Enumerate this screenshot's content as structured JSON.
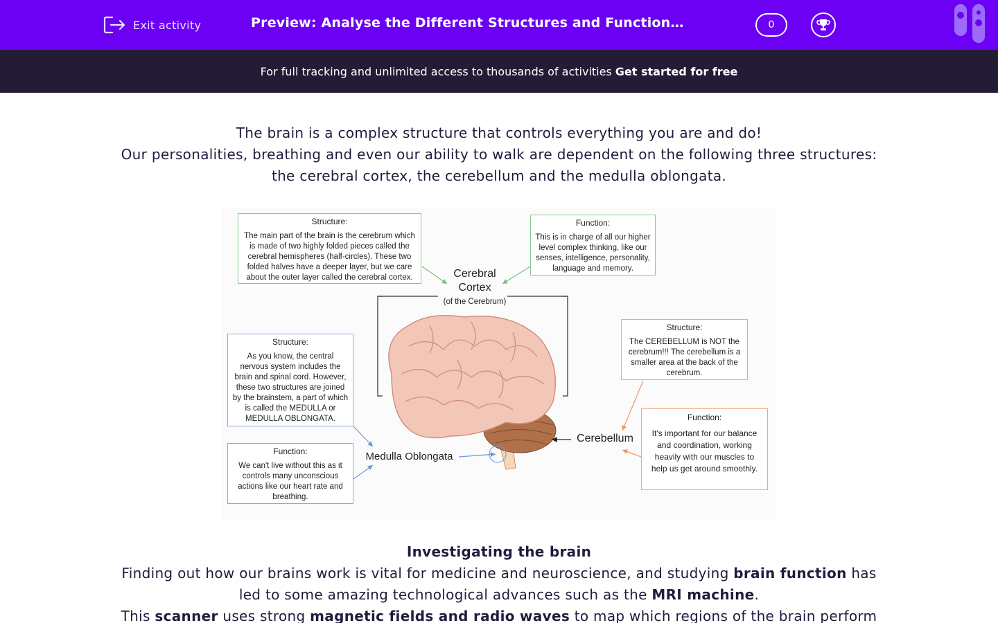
{
  "header": {
    "exit_label": "Exit activity",
    "title": "Preview: Analyse the Different Structures and Functions of…",
    "score": "0",
    "colors": {
      "topbar": "#6b00f5",
      "banner": "#241c37"
    }
  },
  "banner": {
    "text": "For full tracking and unlimited access to thousands of activities",
    "cta": "Get started for free"
  },
  "intro": {
    "line1": "The brain is a complex structure that controls everything you are and do!",
    "line2": "Our personalities, breathing and even our ability to walk are dependent on the following three structures:",
    "line3": "the cerebral cortex, the cerebellum and the medulla oblongata."
  },
  "diagram": {
    "cortex_structure": {
      "heading": "Structure:",
      "text": "The main part of the brain is the cerebrum which is made of two highly folded pieces called the cerebral hemispheres (half-circles). These two folded halves have a deeper layer, but we care about the outer layer called the cerebral cortex."
    },
    "cortex_function": {
      "heading": "Function:",
      "text": "This is in charge of all our higher level complex thinking, like our senses, intelligence, personality, language and memory."
    },
    "cortex_label": "Cerebral Cortex",
    "cortex_sublabel": "(of the Cerebrum)",
    "medulla_structure": {
      "heading": "Structure:",
      "text": "As you know, the central nervous system includes the brain and spinal cord. However, these two structures are joined by the brainstem, a part of which is called the MEDULLA or MEDULLA OBLONGATA."
    },
    "medulla_function": {
      "heading": "Function:",
      "text": "We can't live without this as it controls many unconscious actions like our heart rate and breathing."
    },
    "medulla_label": "Medulla Oblongata",
    "cerebellum_structure": {
      "heading": "Structure:",
      "text": "The CEREBELLUM is NOT the cerebrum!!! The cerebellum is a smaller area at the back of the cerebrum."
    },
    "cerebellum_function": {
      "heading": "Function:",
      "text": "It's important for our balance and coordination, working heavily with our muscles to help us get around smoothly."
    },
    "cerebellum_label": "Cerebellum"
  },
  "section": {
    "heading": "Investigating the brain",
    "p1_a": "Finding out how our brains work is vital for medicine and neuroscience, and studying",
    "p1_b": "brain function",
    "p1_c": "has",
    "p2_a": "led to some amazing technological advances such as the",
    "p2_b": "MRI machine",
    "p2_c": ".",
    "p3_a": "This",
    "p3_b": "scanner",
    "p3_c": "uses strong",
    "p3_d": "magnetic fields and radio waves",
    "p3_e": "to map which regions of the brain perform"
  }
}
